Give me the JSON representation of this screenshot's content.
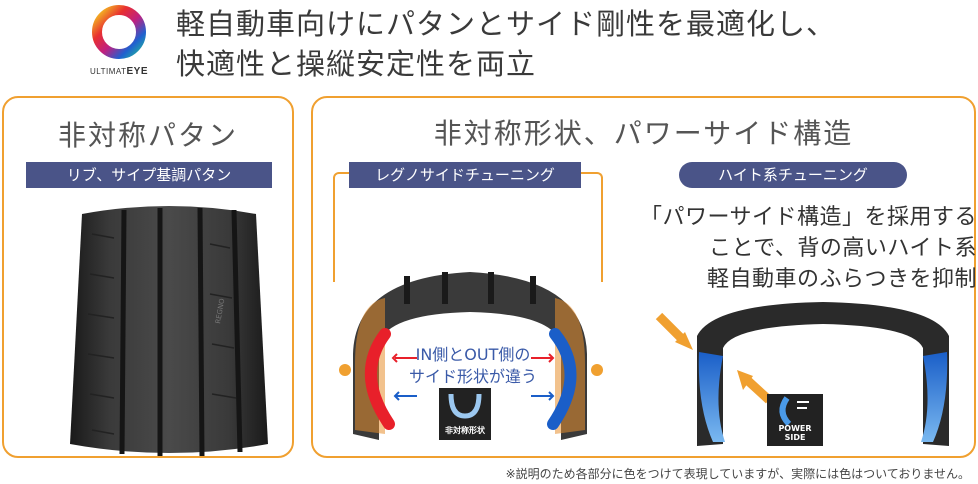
{
  "logo": {
    "brand_prefix": "ULTIMAT",
    "brand_suffix": "EYE",
    "icon": "color-ring-icon"
  },
  "headline": {
    "line1": "軽自動車向けにパタンとサイド剛性を最適化し、",
    "line2": "快適性と操縦安定性を両立"
  },
  "left_panel": {
    "title": "非対称パタン",
    "tag": "リブ、サイプ基調パタン"
  },
  "right_panel": {
    "title": "非対称形状、パワーサイド構造",
    "left_tag": "レグノサイドチューニング",
    "right_tag": "ハイト系チューニング",
    "description": [
      "「パワーサイド構造」を採用する",
      "ことで、背の高いハイト系",
      "軽自動車のふらつきを抑制"
    ],
    "cross_label": [
      "IN側とOUT側の",
      "サイド形状が違う"
    ],
    "asym_badge": "非対称形状",
    "power_badge": "POWER SIDE"
  },
  "footnote": "※説明のため各部分に色をつけて表現していますが、実際には色はついておりません。",
  "colors": {
    "accent": "#f0a030",
    "tag_navy": "#4a5488",
    "in_side_red": "#e8202a",
    "out_side_blue": "#1a5ec8"
  }
}
